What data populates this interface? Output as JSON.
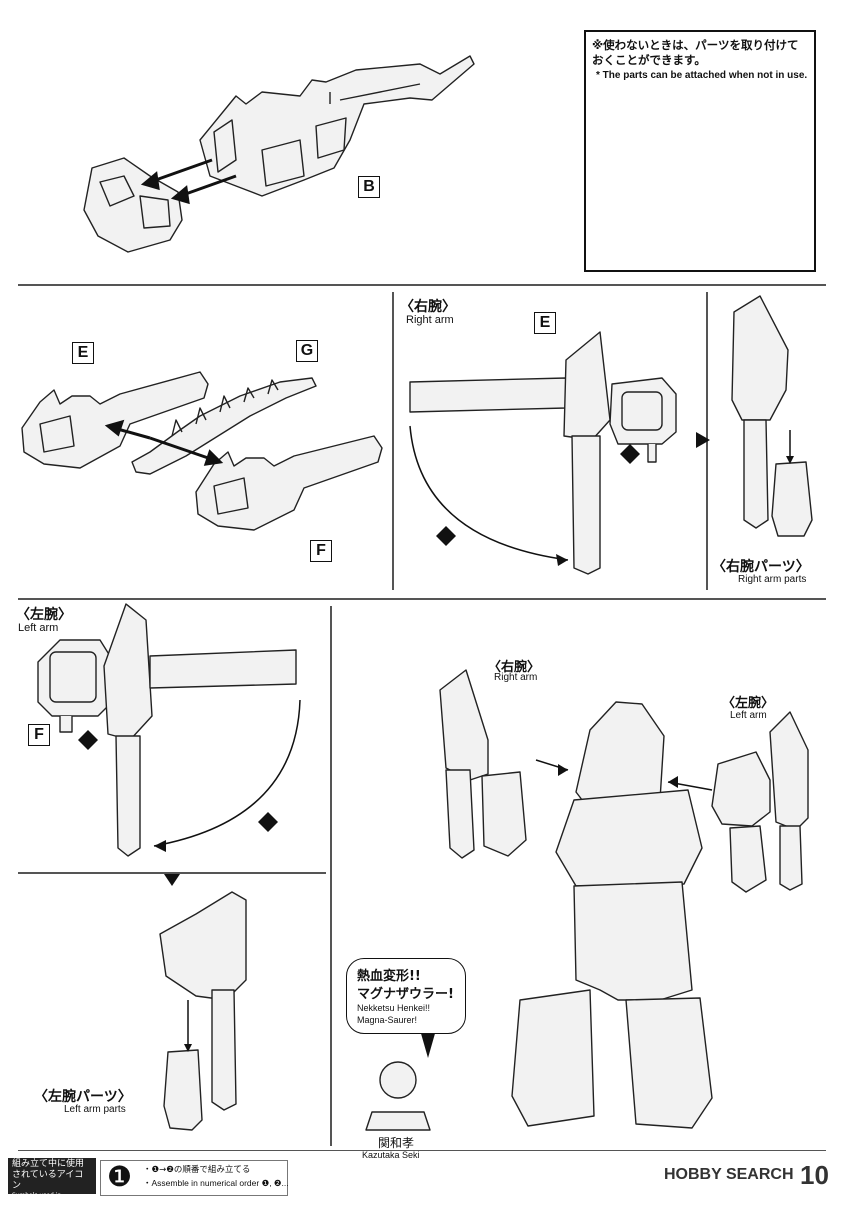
{
  "note": {
    "jp": "※使わないときは、パーツを取り付けておくことができます。",
    "en": "* The parts can be attached when not in use."
  },
  "part_labels": {
    "b": "B",
    "e1": "E",
    "g": "G",
    "f1": "F",
    "e2": "E",
    "f2": "F"
  },
  "right_arm": {
    "jp": "〈右腕〉",
    "en": "Right arm"
  },
  "right_arm_parts": {
    "jp": "〈右腕パーツ〉",
    "en": "Right arm parts"
  },
  "left_arm": {
    "jp": "〈左腕〉",
    "en": "Left arm"
  },
  "left_arm_parts": {
    "jp": "〈左腕パーツ〉",
    "en": "Left arm parts"
  },
  "final_right_arm": {
    "jp": "〈右腕〉",
    "en": "Right arm"
  },
  "final_left_arm": {
    "jp": "〈左腕〉",
    "en": "Left arm"
  },
  "speech": {
    "jp1": "熱血変形!!",
    "jp2": "マグナザウラー!",
    "en1": "Nekketsu Henkei!!",
    "en2": "Magna-Saurer!"
  },
  "character": {
    "jp": "関和孝",
    "en": "Kazutaka Seki"
  },
  "steps": {
    "one": "❶",
    "two": "❷"
  },
  "footer": {
    "legend_jp1": "組み立て中に使用",
    "legend_jp2": "されているアイコン",
    "legend_en": "Symbols used in instructions",
    "step_icon": "❶",
    "order_jp": "・❶→❷の順番で組み立てる",
    "order_en": "・Assemble in numerical order ❶, ❷..."
  },
  "watermark": {
    "main": "HOBBY SEARCH",
    "sub": ""
  },
  "page_number": "10"
}
